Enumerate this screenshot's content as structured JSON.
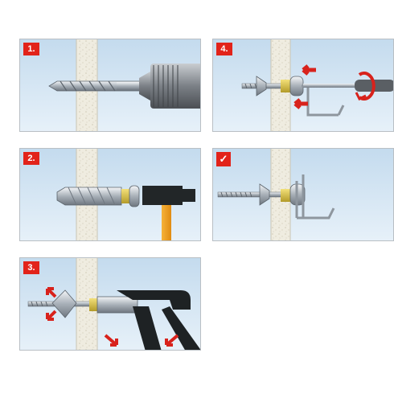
{
  "steps": [
    {
      "label": "1."
    },
    {
      "label": "2."
    },
    {
      "label": "3."
    },
    {
      "label": "4."
    },
    {
      "label": "✓"
    }
  ],
  "colors": {
    "panel_bg_top": "#c6dcef",
    "panel_bg_bottom": "#e6f0f8",
    "wall": "#efece0",
    "arrow": "#d8221c",
    "badge": "#e2231a"
  }
}
